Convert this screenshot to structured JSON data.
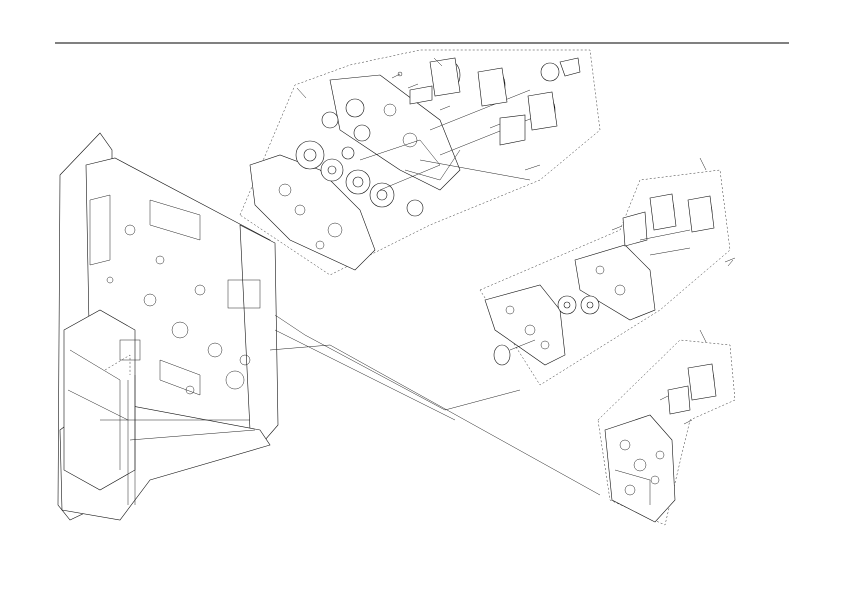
{
  "page": {
    "header_rule_color": "#000000",
    "line_color": "#222222"
  },
  "diagram": {
    "type": "exploded-parts-view",
    "assemblies": [
      {
        "id": "main-frame",
        "icon": "machine-frame-icon"
      },
      {
        "id": "drive-gear-assembly",
        "icon": "gear-train-icon"
      },
      {
        "id": "motor-bracket-assembly",
        "icon": "motor-assembly-icon"
      },
      {
        "id": "lower-drive-unit",
        "icon": "drive-unit-icon"
      }
    ]
  }
}
